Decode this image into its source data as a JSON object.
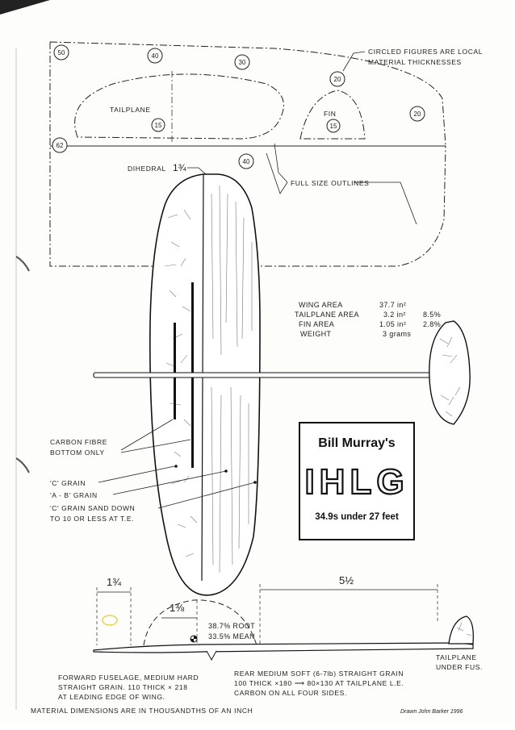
{
  "sheet": {
    "outlines_panel": {
      "note_line1": "CIRCLED FIGURES ARE LOCAL",
      "note_line2": "MATERIAL THICKNESSES",
      "tailplane_label": "TAILPLANE",
      "fin_label": "FIN",
      "full_size_label": "FULL SIZE OUTLINES",
      "thickness_50": "50",
      "thickness_40": "40",
      "thickness_30": "30",
      "thickness_20_top": "20",
      "thickness_20_right": "20",
      "thickness_15_tailplane": "15",
      "thickness_15_fin": "15",
      "thickness_62": "62",
      "thickness_40_bottom": "40"
    },
    "wing": {
      "dihedral_label": "DIHEDRAL",
      "dihedral_value": "1¾",
      "carbon_line1": "CARBON FIBRE",
      "carbon_line2": "BOTTOM ONLY",
      "c_grain": "'C' GRAIN",
      "ab_grain": "'A - B' GRAIN",
      "sand_line1": "'C' GRAIN SAND DOWN",
      "sand_line2": "TO 10 OR LESS AT T.E."
    },
    "stats": {
      "wing_area_label": "WING AREA",
      "wing_area_value": "37.7 in²",
      "tailplane_area_label": "TAILPLANE AREA",
      "tailplane_area_value": "3.2 in²",
      "tailplane_ratio": "8.5%",
      "fin_area_label": "FIN AREA",
      "fin_area_value": "1.05 in²",
      "fin_ratio": "2.8%",
      "weight_label": "WEIGHT",
      "weight_value": "3 grams"
    },
    "title_block": {
      "owner": "Bill Murray's",
      "name": "IHLG",
      "record": "34.9s under 27 feet"
    },
    "side_view": {
      "dim_left": "1¾",
      "dim_mid": "1⅜",
      "dim_right": "5½",
      "root_note": "38.7% ROOT",
      "mean_note": "33.5% MEAN",
      "tailplane_line1": "TAILPLANE",
      "tailplane_line2": "UNDER FUS."
    },
    "notes": {
      "forward_line1": "FORWARD FUSELAGE, MEDIUM HARD",
      "forward_line2": "STRAIGHT GRAIN. 110 THICK × 218",
      "forward_line3": "AT LEADING EDGE OF WING.",
      "rear_line1": "REAR MEDIUM SOFT (6-7lb) STRAIGHT GRAIN",
      "rear_line2": "100 THICK ×180 ⟶ 80×130 AT TAILPLANE L.E.",
      "rear_line3": "CARBON ON ALL FOUR SIDES."
    },
    "footer": {
      "units_note": "MATERIAL DIMENSIONS ARE IN THOUSANDTHS OF AN INCH",
      "credit": "Drawn John Barker 1996"
    }
  }
}
